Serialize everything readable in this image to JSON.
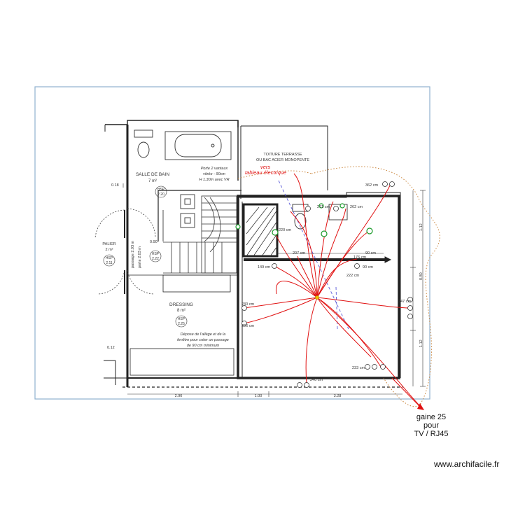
{
  "colors": {
    "frame": "#8fb1cf",
    "wall": "#222222",
    "red_line": "#e01010",
    "blue_dash": "#5a5ad8",
    "orange_dot": "#c9843a",
    "green_socket": "#1a9a2a"
  },
  "rooms": {
    "bathroom": {
      "name": "SALLE DE BAIN",
      "area": "7 m²",
      "code": "HSP",
      "code_val": "2.20"
    },
    "landing": {
      "name": "PALIER",
      "area": "2 m²",
      "code": "HSP",
      "code_val": "2.11"
    },
    "dressing": {
      "name": "DRESSING",
      "area": "8 m²",
      "code": "HSP",
      "code_val": "2.25"
    },
    "stair_code": {
      "code": "HSP",
      "code_val": "2.22"
    },
    "terrace": {
      "line1": "TOITURE TERRASSE",
      "line2": "OU BAC ACIER MONOPENTE"
    }
  },
  "notes": {
    "bath_line1": "Porte 2 vantaux",
    "bath_line2": "vitrée - 90cm",
    "bath_line3": "H 1.30m avec VR",
    "dressing_line1": "Dépose de l'allège et de la",
    "dressing_line2": "fenêtre pour créer un passage",
    "dressing_line3": "de 90 cm minimum",
    "landing_vertical": "passage 2.03 m",
    "landing_vertical2": "porte 2.03 m"
  },
  "red_labels": {
    "vers": "vers",
    "tableau": "tableau électrique"
  },
  "measurements": {
    "m362": "362 cm",
    "m271": "271 cm",
    "m262": "262 cm",
    "m220": "220 cm",
    "m207": "207 cm",
    "m90a": "90 cm",
    "m176": "176 cm",
    "m90b": "90 cm",
    "m149": "149 cm",
    "m222": "222 cm",
    "m230": "230 cm",
    "m226": "226 cm",
    "m247": "247 cm",
    "m233": "233 cm",
    "m240": "240 cm"
  },
  "dims": {
    "d018a": "0.18",
    "d090": "0.90",
    "d012": "0.12",
    "d290": "2.90",
    "d100": "1.00",
    "d328": "3.28",
    "d112a": "1.12",
    "d080": "0.80",
    "d112b": "1.12"
  },
  "callout": {
    "line1": "gaine 25",
    "line2": "pour",
    "line3": "TV / RJ45"
  },
  "watermark": "www.archifacile.fr"
}
